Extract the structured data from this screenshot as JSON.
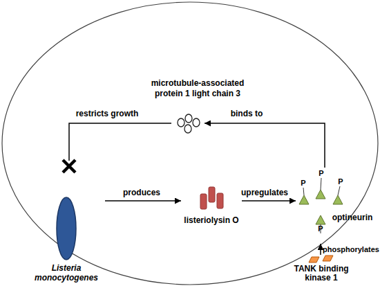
{
  "diagram": {
    "nodes": [
      {
        "text": [
          "microtubule-associated protein 1 light chain 3"
        ]
      },
      {
        "text": [
          "Listeria monocytogenes"
        ]
      },
      {
        "text": [
          "listeriolysin O"
        ]
      },
      {
        "text": [
          "optineurin"
        ]
      },
      {
        "text": [
          "TANK binding kinase 1"
        ]
      }
    ],
    "edges": [
      {
        "from": 1,
        "to": 2,
        "label": "produces",
        "arrow": "to"
      },
      {
        "from": 2,
        "to": 3,
        "label": "upregulates",
        "arrow": "to"
      },
      {
        "from": 4,
        "to": 3,
        "label": "phosphorylates",
        "arrow": "to"
      },
      {
        "from": 3,
        "to": 0,
        "label": "binds to",
        "arrow": "to"
      },
      {
        "from": 0,
        "to": 1,
        "label": "restricts growth",
        "arrow": "to"
      }
    ],
    "labels": [
      "P",
      "P",
      "P",
      "P"
    ]
  }
}
